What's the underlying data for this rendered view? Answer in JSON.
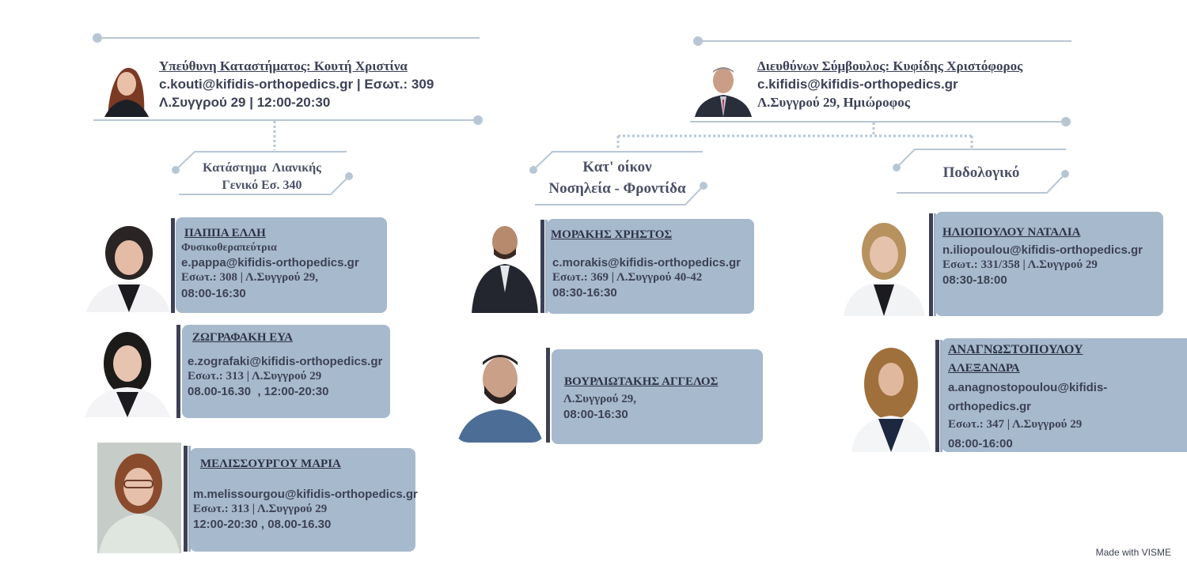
{
  "managers": {
    "store": {
      "title": "Υπεύθυνη Καταστήματος: Κουτή Χριστίνα",
      "contact": "c.kouti@kifidis-orthopedics.gr | Εσωτ.: 309",
      "address": "Λ.Συγγρού 29 | 12:00-20:30",
      "photo": "manager-photo-woman"
    },
    "ceo": {
      "title": "Διευθύνων Σύμβουλος: Κυφίδης Χριστόφορος",
      "contact": "c.kifidis@kifidis-orthopedics.gr",
      "address": "Λ.Συγγρού 29, Ημιώροφος",
      "photo": "manager-photo-man"
    }
  },
  "departments": {
    "retail": {
      "line1": "Κατάστημα  Λιανικής",
      "line2": "Γενικό Εσ. 340"
    },
    "homecare": {
      "line1": "Κατ' οίκον",
      "line2": "Νοσηλεία - Φροντίδα"
    },
    "podiatry": {
      "line1": "Ποδολογικό"
    }
  },
  "staff": {
    "pappa": {
      "name": "ΠΑΠΠΑ ΕΛΛΗ",
      "role": "Φυσικοθεραπεύτρια",
      "email": "e.pappa@kifidis-orthopedics.gr",
      "ext": "Εσωτ.: 308 | Λ.Συγγρού 29,",
      "hours": "08:00-16:30"
    },
    "zografaki": {
      "name": "ΖΩΓΡΑΦΑΚΗ ΕΥΑ",
      "email": "e.zografaki@kifidis-orthopedics.gr",
      "ext": "Εσωτ.: 313 | Λ.Συγγρού 29",
      "hours": "08.00-16.30  , 12:00-20:30"
    },
    "melissourgou": {
      "name": "ΜΕΛΙΣΣΟΥΡΓΟΥ ΜΑΡΙΑ",
      "email": "m.melissourgou@kifidis-orthopedics.gr",
      "ext": "Εσωτ.: 313 | Λ.Συγγρού 29",
      "hours": "12:00-20:30 , 08.00-16.30"
    },
    "morakis": {
      "name": "ΜΟΡΑΚΗΣ ΧΡΗΣΤΟΣ",
      "email": "c.morakis@kifidis-orthopedics.gr",
      "ext": "Εσωτ.: 369 | Λ.Συγγρού 40-42",
      "hours": "08:30-16:30"
    },
    "vourliotakis": {
      "name": "ΒΟΥΡΛΙΩΤΑΚΗΣ ΑΓΓΕΛΟΣ",
      "address": "Λ.Συγγρού 29,",
      "hours": "08:00-16:30"
    },
    "iliopoulou": {
      "name": "ΗΛΙΟΠΟΥΛΟΥ ΝΑΤΑΛΙΑ",
      "email": "n.iliopoulou@kifidis-orthopedics.gr",
      "ext": "Εσωτ.: 331/358 | Λ.Συγγρού 29",
      "hours": "08:30-18:00"
    },
    "anagnostopoulou": {
      "name_line1": "ΑΝΑΓΝΩΣΤΟΠΟΥΛΟΥ",
      "name_line2": "ΑΛΕΞΑΝΔΡΑ",
      "email_line1": "a.anagnostopoulou@kifidis-",
      "email_line2": "orthopedics.gr",
      "ext": "Εσωτ.: 347 | Λ.Συγγρού 29",
      "hours": "08:00-16:00"
    }
  },
  "footer": "Made with VISME",
  "colors": {
    "card": "#a7b9cc",
    "accent": "#3d4156",
    "line": "#b8c6d4"
  }
}
